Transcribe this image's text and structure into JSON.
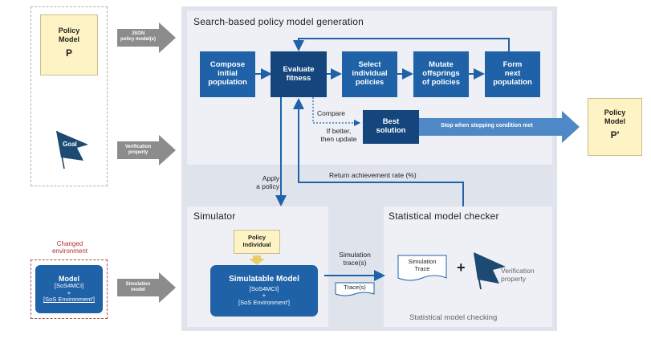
{
  "inputs": {
    "policy_doc": {
      "title": "Policy\nModel",
      "symbol": "P"
    },
    "json_arrow": "JSON\npolicy model(s)",
    "goal_label": "Goal",
    "verification_arrow": "Verification\nproperty",
    "changed_env": "Changed\nenvironment",
    "model_box": {
      "title": "Model",
      "line1": "[SoS4MCI]",
      "plus": "+",
      "line2": "[SoS Environment']"
    },
    "simulation_arrow": "Simulation\nmodel"
  },
  "search_panel": {
    "title": "Search-based policy model generation",
    "steps": {
      "compose": "Compose\ninitial\npopulation",
      "evaluate": "Evaluate\nfitness",
      "select": "Select\nindividual\npolicies",
      "mutate": "Mutate\noffsprings\nof policies",
      "form": "Form\nnext\npopulation"
    },
    "best_solution": "Best\nsolution",
    "compare": "Compare",
    "if_better": "If better,\nthen update",
    "stop_condition": "Stop when stopping condition met",
    "apply_policy": "Apply\na policy",
    "return_rate": "Return achievement rate (%)"
  },
  "simulator": {
    "title": "Simulator",
    "policy_individual": "Policy\nIndividual",
    "simulatable": {
      "title": "Simulatable Model",
      "line1": "[SoS4MCI]",
      "plus": "+",
      "line2": "[SoS Environment']"
    },
    "sim_trace": "Simulation\ntrace(s)",
    "traces": "Trace(s)"
  },
  "checker": {
    "title": "Statistical model checker",
    "sim_trace_doc": "Simulation\nTrace",
    "plus": "+",
    "verification": "Verification\nproperty",
    "footer": "Statistical model checking"
  },
  "output": {
    "title": "Policy\nModel",
    "symbol": "P'"
  },
  "colors": {
    "blue": "#1f62a7",
    "dark_blue": "#14457c",
    "panel_bg": "#dfe3ec",
    "sub_panel": "#eef0f5",
    "gray_arrow": "#8c8c8c",
    "doc_yellow": "#fdf3c4"
  }
}
